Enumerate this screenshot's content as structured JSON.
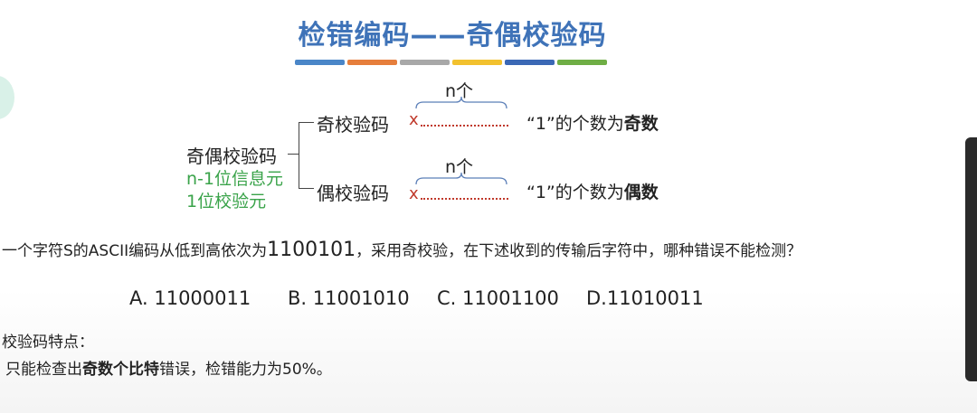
{
  "title": "检错编码——奇偶校验码",
  "colors": {
    "title": "#3f73b8",
    "bars": [
      "#4a86c8",
      "#e67e3c",
      "#a8a8a8",
      "#f2c12e",
      "#3b68b5",
      "#6fae45"
    ],
    "green": "#3aa34a",
    "red": "#c0392b"
  },
  "diagram": {
    "root": "奇偶校验码",
    "info_line1": "n-1位信息元",
    "info_line2": "1位校验元",
    "odd": {
      "label": "奇校验码",
      "n": "n个",
      "x": "x",
      "rule_pre": "“1”的个数为",
      "rule_bold": "奇数"
    },
    "even": {
      "label": "偶校验码",
      "n": "n个",
      "x": "x",
      "rule_pre": "“1”的个数为",
      "rule_bold": "偶数"
    }
  },
  "question": {
    "prefix": "一个字符S的ASCII编码从低到高依次为",
    "code": "1100101",
    "suffix": "，采用奇校验，在下述收到的传输后字符中，哪种错误不能检测？",
    "options": [
      "A. 11000011",
      "B. 11001010",
      "C. 11001100",
      "D.11010011"
    ]
  },
  "features": {
    "heading": "校验码特点：",
    "line_pre": "只能检查出",
    "line_bold": "奇数个比特",
    "line_post": "错误，检错能力为50%。"
  }
}
